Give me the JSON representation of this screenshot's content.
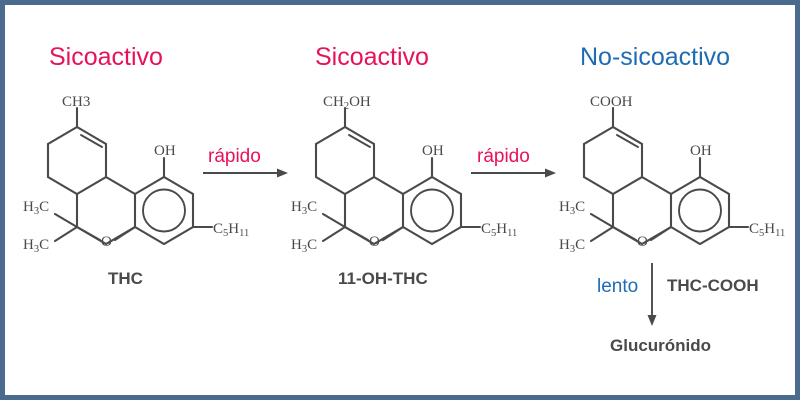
{
  "figure": {
    "title_alt": "THC metabolism pathway",
    "border_color": "#4a6a8f",
    "psychoactive_color": "#e8115b",
    "nonpsychoactive_color": "#1f6cb4",
    "structure_color": "#4a4a4a",
    "background": "#ffffff"
  },
  "activity_labels": [
    {
      "text": "Sicoactivo",
      "color": "#e8115b"
    },
    {
      "text": "Sicoactivo",
      "color": "#e8115b"
    },
    {
      "text": "No-sicoactivo",
      "color": "#1f6cb4"
    }
  ],
  "compounds": [
    {
      "name": "THC",
      "top_substituent": "CH3",
      "top_substituent_parts": [
        {
          "t": "CH3",
          "sub": false
        }
      ],
      "hydroxyl": "OH",
      "pyran_oxygen": "O",
      "methyl_upper": "H3C",
      "methyl_lower": "H3C",
      "side_chain": "C5H11"
    },
    {
      "name": "11-OH-THC",
      "top_substituent": "CH2OH",
      "top_substituent_parts": [
        {
          "t": "CH",
          "sub": false
        },
        {
          "t": "2",
          "sub": true
        },
        {
          "t": "OH",
          "sub": false
        }
      ],
      "hydroxyl": "OH",
      "pyran_oxygen": "O",
      "methyl_upper": "H3C",
      "methyl_lower": "H3C",
      "side_chain": "C5H11"
    },
    {
      "name": "THC-COOH",
      "top_substituent": "COOH",
      "top_substituent_parts": [
        {
          "t": "COOH",
          "sub": false
        }
      ],
      "hydroxyl": "OH",
      "pyran_oxygen": "O",
      "methyl_upper": "H3C",
      "methyl_lower": "H3C",
      "side_chain": "C5H11"
    }
  ],
  "reaction_arrows": [
    {
      "label": "rápido",
      "color": "#e8115b",
      "direction": "right"
    },
    {
      "label": "rápido",
      "color": "#e8115b",
      "direction": "right"
    },
    {
      "label": "lento",
      "color": "#1f6cb4",
      "direction": "down"
    }
  ],
  "metabolite": {
    "label": "Glucurónido",
    "color": "#4a4a4a"
  },
  "atom_labels": {
    "oh": "OH",
    "o": "O",
    "h3c": "H3C",
    "c5h11": "C5H11",
    "ch3": "CH3",
    "ch2oh": "CH2OH",
    "cooh": "COOH"
  }
}
